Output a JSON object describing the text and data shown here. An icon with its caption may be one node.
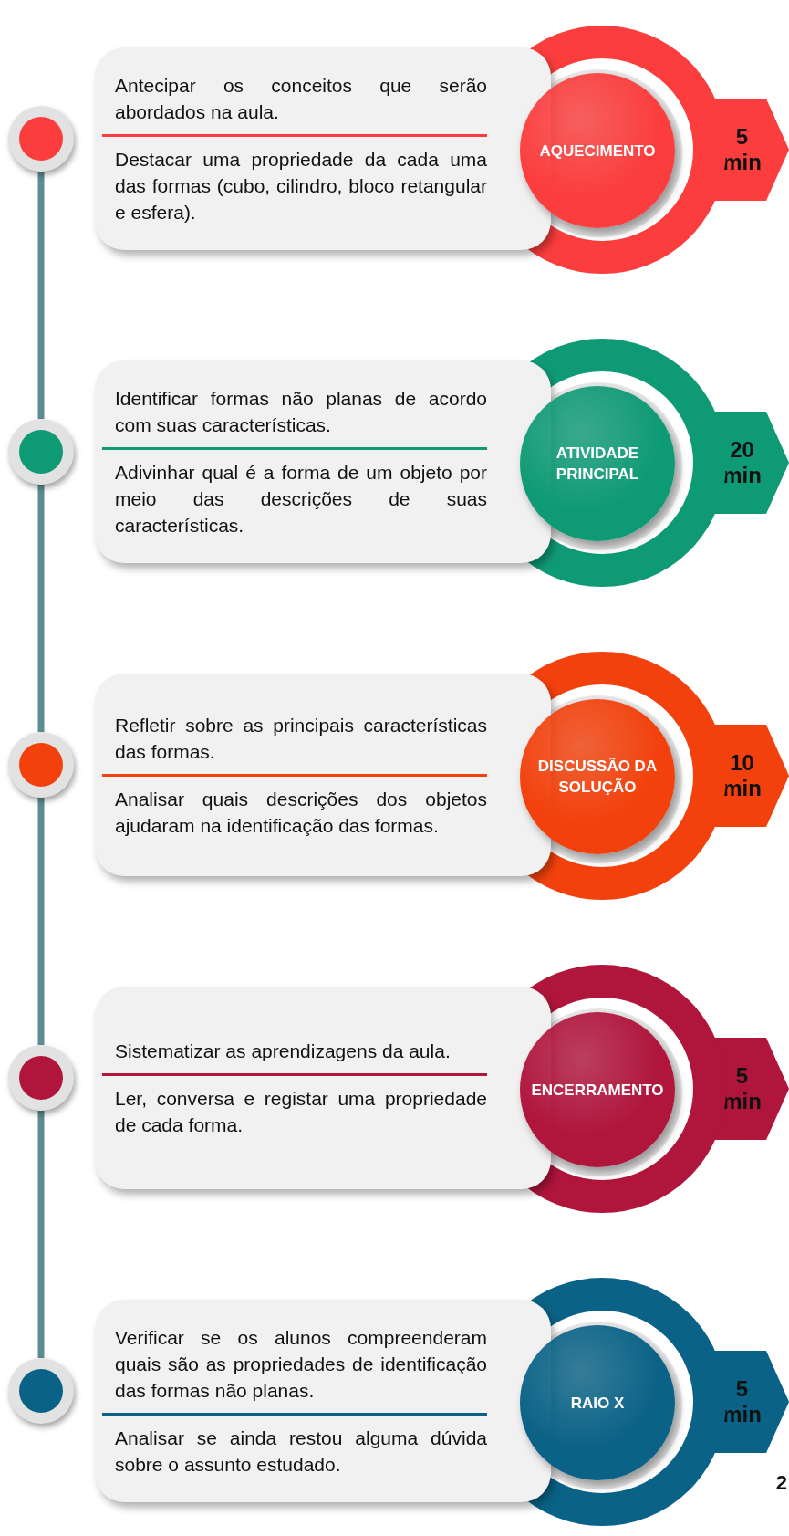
{
  "diagram": {
    "nodes": [
      {
        "text": [],
        "shape": "circle"
      },
      {
        "text": [
          "Antecipar os conceitos que serão abordados na aula.",
          "Destacar uma propriedade da cada uma das formas (cubo, cilindro, bloco retangular e esfera)."
        ]
      },
      {
        "text": [
          "AQUECIMENTO"
        ]
      },
      {
        "text": [
          "5 min"
        ]
      },
      {
        "text": [],
        "shape": "circle"
      },
      {
        "text": [
          "Identificar formas não planas de acordo com suas características.",
          "Adivinhar qual é a forma de um objeto por meio das descrições de suas características."
        ]
      },
      {
        "text": [
          "ATIVIDADE PRINCIPAL"
        ]
      },
      {
        "text": [
          "20 min"
        ]
      },
      {
        "text": [],
        "shape": "circle"
      },
      {
        "text": [
          "Refletir sobre as principais características das formas.",
          "Analisar quais descrições dos objetos ajudaram na identificação das formas."
        ]
      },
      {
        "text": [
          "DISCUSSÃO DA SOLUÇÃO"
        ]
      },
      {
        "text": [
          "10 min"
        ]
      },
      {
        "text": [],
        "shape": "circle"
      },
      {
        "text": [
          "Sistematizar as aprendizagens da aula.",
          "Ler, conversa e registar uma propriedade de cada forma."
        ]
      },
      {
        "text": [
          "ENCERRAMENTO"
        ]
      },
      {
        "text": [
          "5 min"
        ]
      },
      {
        "text": [],
        "shape": "circle"
      },
      {
        "text": [
          "Verificar se os alunos compreenderam quais são as propriedades de identificação das formas não planas.",
          "Analisar se ainda restou alguma dúvida sobre o assunto estudado."
        ]
      },
      {
        "text": [
          "RAIO X"
        ]
      },
      {
        "text": [
          "5 min"
        ]
      }
    ],
    "edges": [
      {
        "from": 0,
        "to": 4,
        "arrow": "none"
      },
      {
        "from": 4,
        "to": 8,
        "arrow": "none"
      },
      {
        "from": 8,
        "to": 12,
        "arrow": "none"
      },
      {
        "from": 12,
        "to": 16,
        "arrow": "none"
      }
    ],
    "labels": [
      "2"
    ]
  }
}
